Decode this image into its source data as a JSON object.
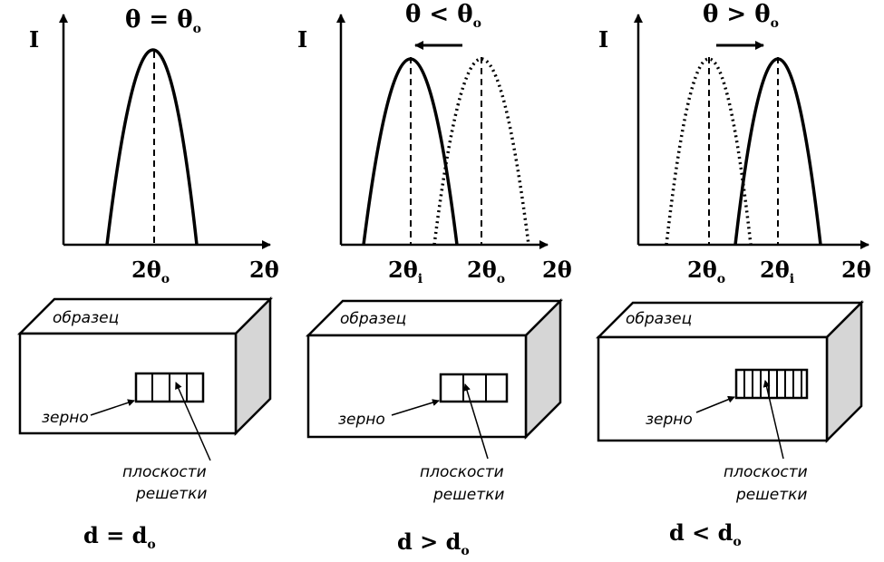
{
  "axis": {
    "y_label": "I",
    "x_label": "2θ"
  },
  "panels": [
    {
      "condition": {
        "main": "θ = θ",
        "sub": "o"
      },
      "peak_labels": [
        {
          "main": "2θ",
          "sub": "o"
        }
      ],
      "arrow": "none",
      "sample_label": "образец",
      "grain_label": "зерно",
      "planes_label_line1": "плоскости",
      "planes_label_line2": "решетки",
      "spacing": {
        "main": "d = d",
        "sub": "o"
      }
    },
    {
      "condition": {
        "main": "θ < θ",
        "sub": "o"
      },
      "peak_labels": [
        {
          "main": "2θ",
          "sub": "i"
        },
        {
          "main": "2θ",
          "sub": "o"
        }
      ],
      "arrow": "left",
      "sample_label": "образец",
      "grain_label": "зерно",
      "planes_label_line1": "плоскости",
      "planes_label_line2": "решетки",
      "spacing": {
        "main": "d > d",
        "sub": "o"
      }
    },
    {
      "condition": {
        "main": "θ > θ",
        "sub": "o"
      },
      "peak_labels": [
        {
          "main": "2θ",
          "sub": "o"
        },
        {
          "main": "2θ",
          "sub": "i"
        }
      ],
      "arrow": "right",
      "sample_label": "образец",
      "grain_label": "зерно",
      "planes_label_line1": "плоскости",
      "planes_label_line2": "решетки",
      "spacing": {
        "main": "d < d",
        "sub": "o"
      }
    }
  ],
  "colors": {
    "ink": "#000000",
    "box_side": "#d6d6d6",
    "background": "#ffffff"
  }
}
